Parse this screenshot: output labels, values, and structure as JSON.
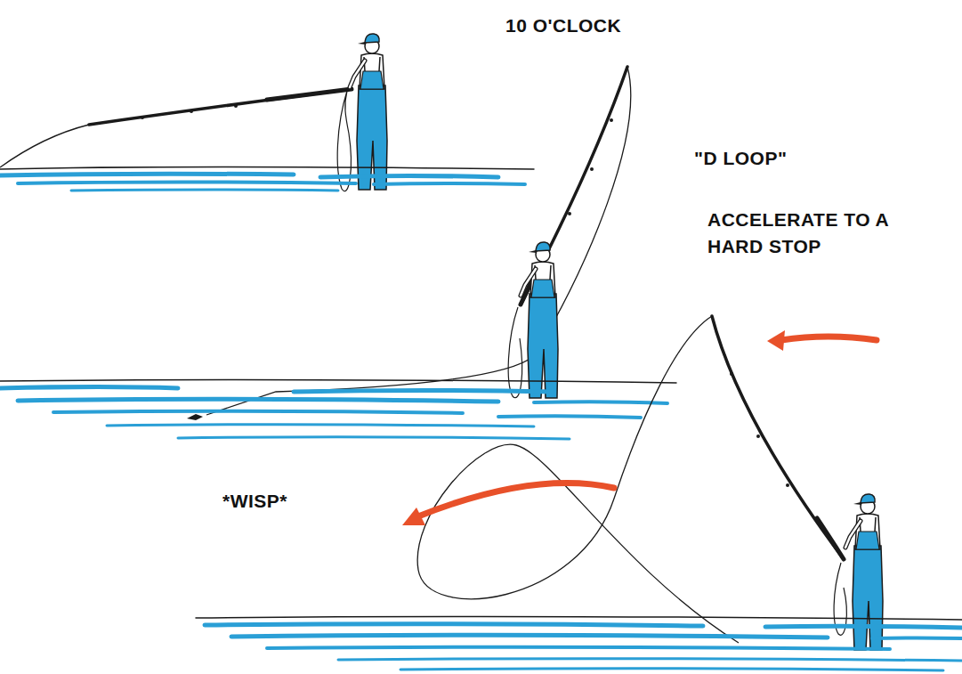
{
  "diagram": {
    "labels": [
      "10 O'CLOCK",
      "\"D LOOP\"",
      "ACCELERATE TO A HARD STOP",
      "*WISP*"
    ]
  }
}
